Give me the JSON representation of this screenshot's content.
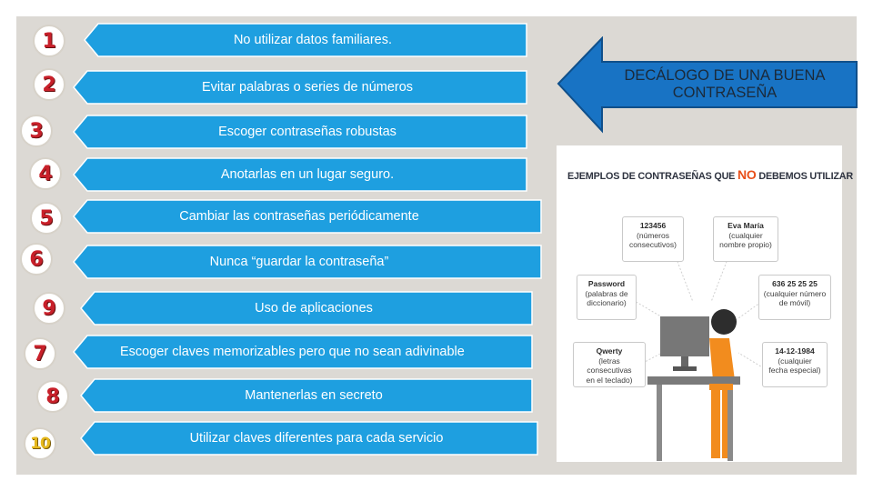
{
  "colors": {
    "item_fill": "#1e9fe0",
    "item_border": "#ffffff",
    "callout_fill": "#1873c4",
    "panel_bg": "#dcd9d4",
    "warning": "#e8501a",
    "person": "#f28c1e",
    "monitor": "#777777"
  },
  "numbers": [
    {
      "value": "1",
      "icon": "number-1-icon"
    },
    {
      "value": "2",
      "icon": "number-2-icon"
    },
    {
      "value": "3",
      "icon": "number-3-icon"
    },
    {
      "value": "4",
      "icon": "number-4-icon"
    },
    {
      "value": "5",
      "icon": "number-5-icon"
    },
    {
      "value": "6",
      "icon": "number-6-icon"
    },
    {
      "value": "9",
      "icon": "number-9-icon"
    },
    {
      "value": "7",
      "icon": "number-7-icon"
    },
    {
      "value": "8",
      "icon": "number-8-icon"
    },
    {
      "value": "10",
      "icon": "number-10-icon"
    }
  ],
  "items": [
    {
      "label": "No utilizar datos familiares."
    },
    {
      "label": "Evitar palabras o series de números"
    },
    {
      "label": "Escoger contraseñas robustas"
    },
    {
      "label": "Anotarlas en un lugar seguro."
    },
    {
      "label": "Cambiar las contraseñas periódicamente"
    },
    {
      "label": "Nunca “guardar la contraseña”"
    },
    {
      "label": "Uso de aplicaciones"
    },
    {
      "label": "Escoger claves memorizables pero que no sean adivinable"
    },
    {
      "label": "Mantenerlas en secreto"
    },
    {
      "label": "Utilizar claves diferentes para cada servicio"
    }
  ],
  "callout": {
    "text_line1": "DECÁLOGO DE UNA BUENA",
    "text_line2": "CONTRASEÑA"
  },
  "illustration": {
    "title_pre": "EJEMPLOS DE CONTRASEÑAS QUE ",
    "title_no": "NO",
    "title_post": " DEBEMOS UTILIZAR",
    "examples": [
      {
        "main": "123456",
        "sub1": "(números",
        "sub2": "consecutivos)"
      },
      {
        "main": "Eva María",
        "sub1": "(cualquier",
        "sub2": "nombre propio)"
      },
      {
        "main": "Password",
        "sub1": "(palabras de",
        "sub2": "diccionario)"
      },
      {
        "main": "636 25 25 25",
        "sub1": "(cualquier número",
        "sub2": "de móvil)"
      },
      {
        "main": "Qwerty",
        "sub1": "(letras consecutivas",
        "sub2": "en el teclado)"
      },
      {
        "main": "14-12-1984",
        "sub1": "(cualquier",
        "sub2": "fecha especial)"
      }
    ]
  }
}
